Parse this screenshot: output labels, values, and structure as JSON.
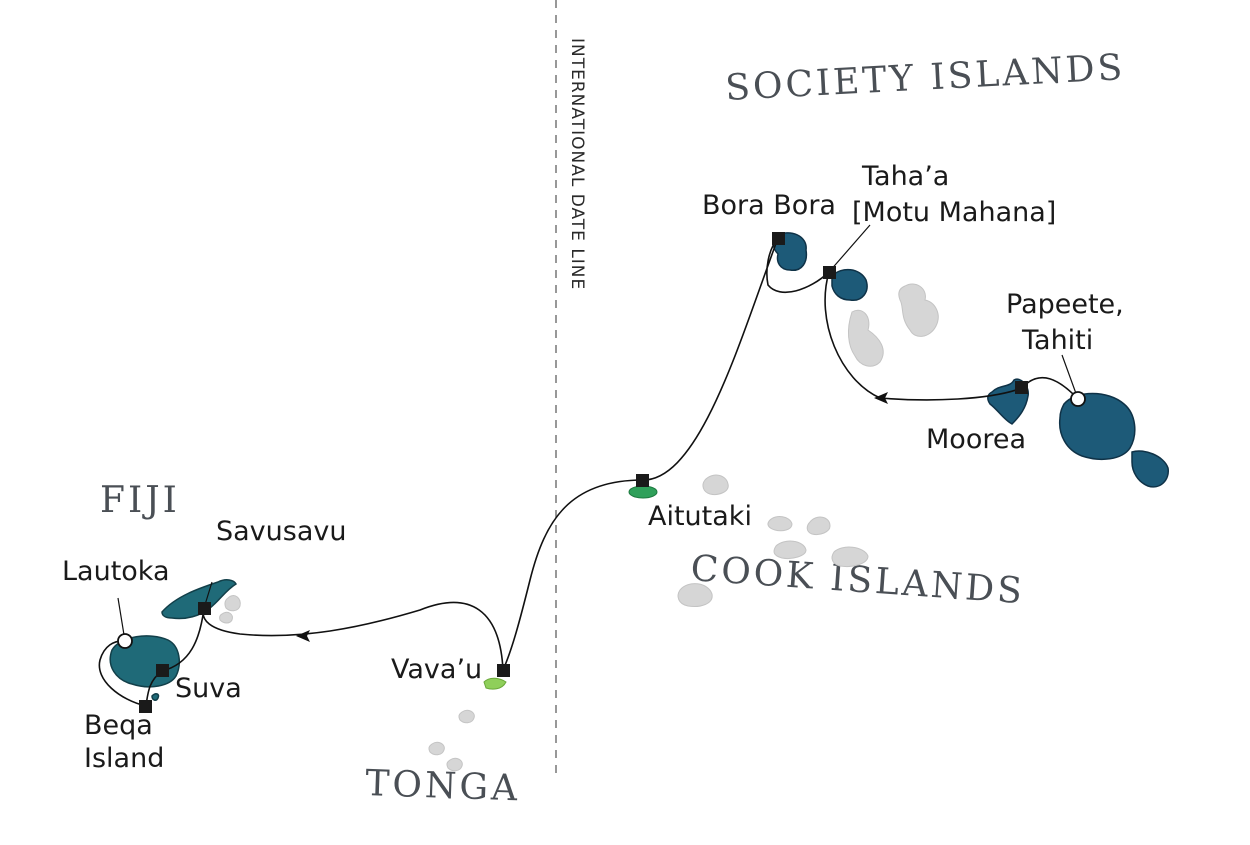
{
  "map": {
    "regions": {
      "society": "SOCIETY ISLANDS",
      "cook": "COOK ISLANDS",
      "fiji": "FIJI",
      "tonga": "TONGA"
    },
    "dateline": "INTERNATIONAL DATE LINE",
    "ports": {
      "bora_bora": "Bora Bora",
      "tahaa_line1": "Taha’a",
      "tahaa_line2": "[Motu Mahana]",
      "papeete_line1": "Papeete,",
      "papeete_line2": "Tahiti",
      "moorea": "Moorea",
      "aitutaki": "Aitutaki",
      "vavau": "Vava’u",
      "savusavu": "Savusavu",
      "lautoka": "Lautoka",
      "suva": "Suva",
      "beqa_line1": "Beqa",
      "beqa_line2": "Island"
    },
    "colors": {
      "island_highlight": "#1d5a78",
      "island_fiji": "#1f6a78",
      "island_other": "#d6d6d6",
      "aitutaki": "#2fa05a",
      "vavau": "#8fcf5a",
      "route": "#111111"
    }
  }
}
